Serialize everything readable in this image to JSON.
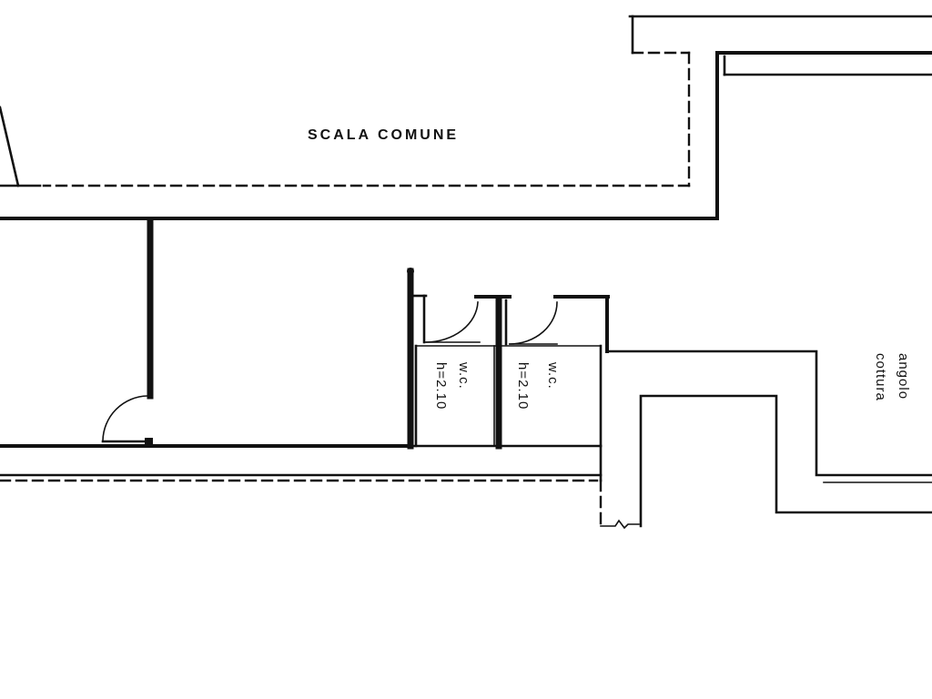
{
  "colors": {
    "ink": "#111111",
    "paper": "#ffffff"
  },
  "labels": {
    "stair": "SCALA COMUNE",
    "wc1": {
      "name": "w.c.",
      "height": "h=2.10"
    },
    "wc2": {
      "name": "w.c.",
      "height": "h=2.10"
    },
    "kitchen": {
      "line1": "angolo",
      "line2": "cottura"
    }
  }
}
